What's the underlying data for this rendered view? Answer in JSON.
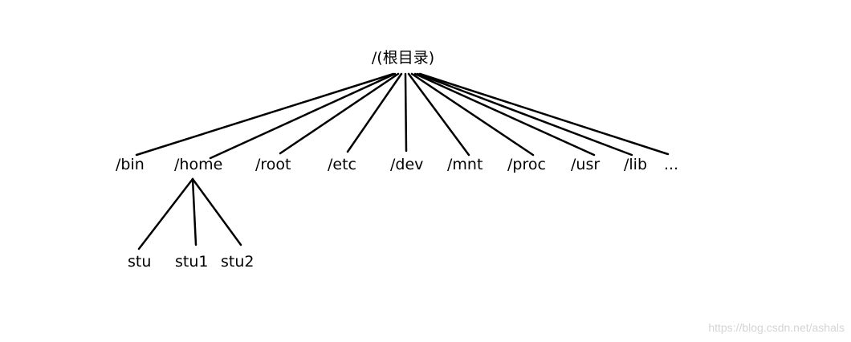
{
  "tree": {
    "root": {
      "label": "/(根目录)"
    },
    "children": [
      {
        "label": "/bin"
      },
      {
        "label": "/home",
        "children": [
          {
            "label": "stu"
          },
          {
            "label": "stu1"
          },
          {
            "label": "stu2"
          }
        ]
      },
      {
        "label": "/root"
      },
      {
        "label": "/etc"
      },
      {
        "label": "/dev"
      },
      {
        "label": "/mnt"
      },
      {
        "label": "/proc"
      },
      {
        "label": "/usr"
      },
      {
        "label": "/lib"
      },
      {
        "label": "..."
      }
    ]
  },
  "watermark": "https://blog.csdn.net/ashals",
  "colors": {
    "line": "#000000",
    "text": "#000000",
    "watermark": "#d4d4d4",
    "background": "#ffffff"
  }
}
